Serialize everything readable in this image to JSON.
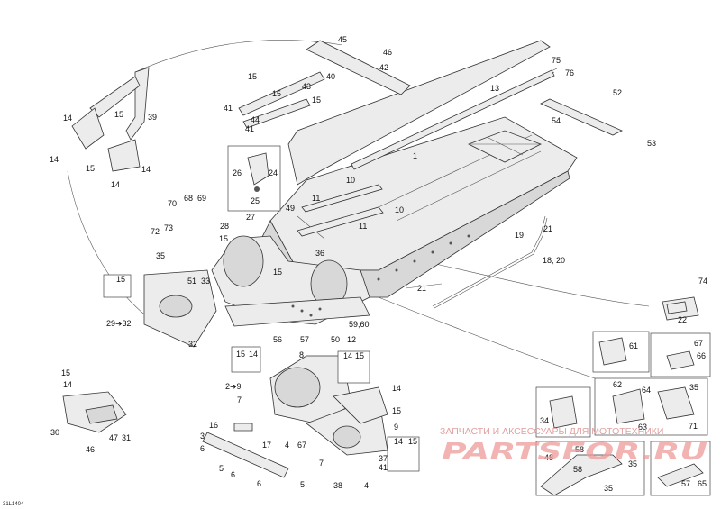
{
  "diagram": {
    "drawing_code": "31L1404",
    "watermark": {
      "caption": "ЗАПЧАСТИ И АКСЕССУАРЫ ДЛЯ МОТОТЕХНИКИ",
      "logo_text": "PARTSFOR.RU"
    },
    "callouts": [
      "1",
      "2➔9",
      "3",
      "4",
      "5",
      "6",
      "7",
      "8",
      "9",
      "10",
      "11",
      "12",
      "13",
      "14",
      "15",
      "16",
      "17",
      "18, 20",
      "19",
      "21",
      "22",
      "24",
      "25",
      "26",
      "27",
      "28",
      "29➔32",
      "30",
      "31",
      "32",
      "33",
      "34",
      "35",
      "36",
      "37",
      "38",
      "39",
      "40",
      "41",
      "42",
      "43",
      "44",
      "45",
      "46",
      "47",
      "48",
      "49",
      "50",
      "51",
      "52",
      "53",
      "54",
      "56",
      "57",
      "58",
      "59,60",
      "61",
      "62",
      "63",
      "64",
      "65",
      "66",
      "67",
      "68",
      "69",
      "70",
      "71",
      "72",
      "73",
      "74",
      "75",
      "76"
    ]
  }
}
